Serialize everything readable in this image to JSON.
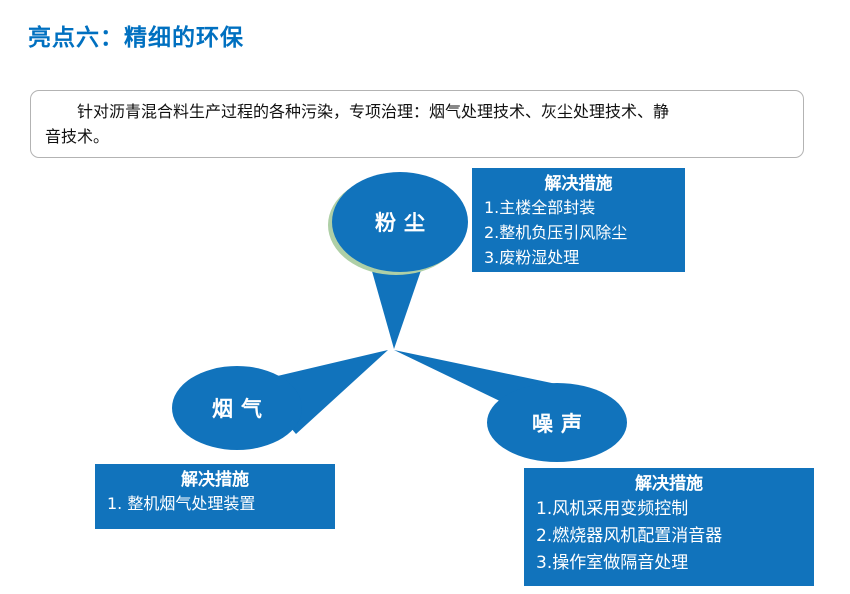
{
  "page": {
    "title": "亮点六：精细的环保"
  },
  "intro": {
    "text": "针对沥青混合料生产过程的各种污染，专项治理：烟气处理技术、灰尘处理技术、静\n音技术。"
  },
  "diagram": {
    "nodes": [
      {
        "id": "dust",
        "label": "粉尘"
      },
      {
        "id": "fume",
        "label": "烟气"
      },
      {
        "id": "noise",
        "label": "噪声"
      }
    ],
    "solutions": [
      {
        "for": "dust",
        "title": "解决措施",
        "items": [
          "1.主楼全部封装",
          "2.整机负压引风除尘",
          "3.废粉湿处理"
        ]
      },
      {
        "for": "fume",
        "title": "解决措施",
        "items": [
          "1. 整机烟气处理装置"
        ]
      },
      {
        "for": "noise",
        "title": "解决措施",
        "items": [
          "1.风机采用变频控制",
          "2.燃烧器风机配置消音器",
          "3.操作室做隔音处理"
        ]
      }
    ]
  },
  "colors": {
    "title_blue": "#0070c0",
    "shape_blue": "#1173bc",
    "dust_ring_green": "#aecfa6",
    "box_border_gray": "#b3b3b3"
  }
}
